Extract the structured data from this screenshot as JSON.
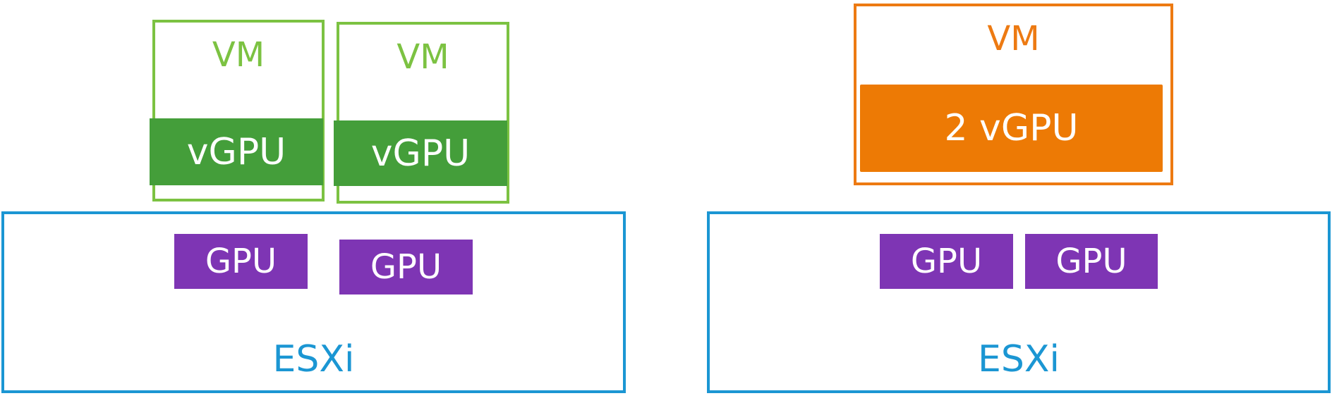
{
  "left_config": {
    "host_label": "ESXi",
    "gpus": [
      {
        "label": "GPU"
      },
      {
        "label": "GPU"
      }
    ],
    "vms": [
      {
        "label": "VM",
        "vgpu_label": "vGPU"
      },
      {
        "label": "VM",
        "vgpu_label": "vGPU"
      }
    ]
  },
  "right_config": {
    "host_label": "ESXi",
    "gpus": [
      {
        "label": "GPU"
      },
      {
        "label": "GPU"
      }
    ],
    "vm": {
      "label": "VM",
      "vgpu_label": "2 vGPU"
    }
  },
  "colors": {
    "esxi_border": "#1b96d3",
    "gpu_fill": "#7e35b4",
    "vm_green_border": "#7cc242",
    "vgpu_green_fill": "#449e3a",
    "vm_orange_border": "#ed7a12",
    "vgpu_orange_fill": "#ed7a05"
  }
}
